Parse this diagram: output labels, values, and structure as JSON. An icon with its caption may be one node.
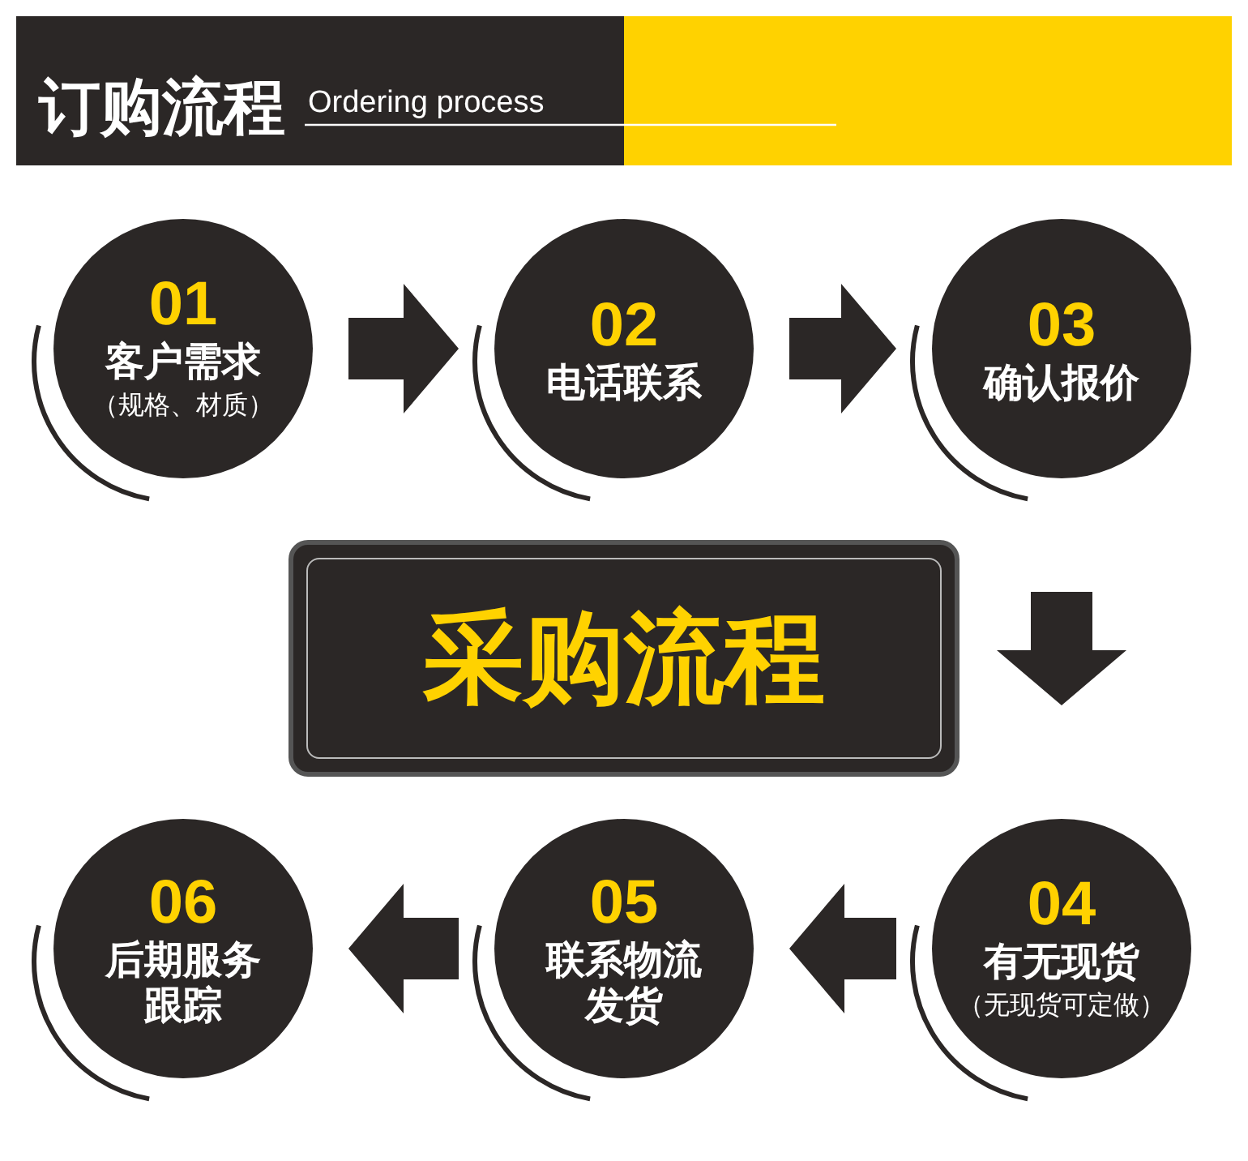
{
  "diagram": {
    "title": "订购流程",
    "nodes": [
      {
        "text": [
          "01",
          "客户需求",
          "（规格、材质）"
        ]
      },
      {
        "text": [
          "02",
          "电话联系"
        ]
      },
      {
        "text": [
          "03",
          "确认报价"
        ]
      },
      {
        "text": [
          "采购流程"
        ]
      },
      {
        "text": [
          "04",
          "有无现货",
          "（无现货可定做）"
        ]
      },
      {
        "text": [
          "05",
          "联系物流发货"
        ]
      },
      {
        "text": [
          "06",
          "后期服务跟踪"
        ]
      }
    ],
    "edges": [
      {
        "from": 0,
        "to": 1,
        "arrow": "to"
      },
      {
        "from": 1,
        "to": 2,
        "arrow": "to"
      },
      {
        "from": 2,
        "to": 4,
        "arrow": "to"
      },
      {
        "from": 4,
        "to": 5,
        "arrow": "to"
      },
      {
        "from": 5,
        "to": 6,
        "arrow": "to"
      }
    ],
    "labels": [
      "Ordering process"
    ]
  }
}
